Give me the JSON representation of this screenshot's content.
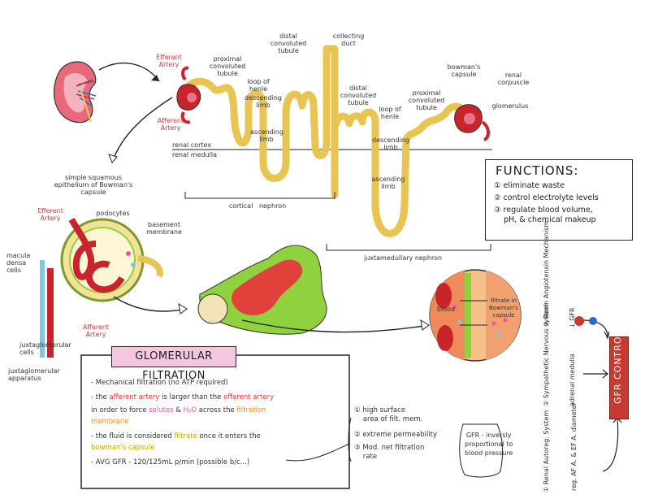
{
  "nephron": {
    "efferent_artery_top": "Efferent\nArtery",
    "afferent_artery_top": "Afferent\nArtery",
    "proximal_convoluted_tubule": "proximal\nconvoluted\ntubule",
    "loop_of_henle": "loop of\nhenle",
    "descending_limb": "descending\nlimb",
    "ascending_limb": "ascending\nlimb",
    "distal_convoluted_tubule": "distal\nconvoluted\ntubule",
    "collecting_duct": "collecting\nduct",
    "renal_cortex": "renal cortex",
    "renal_medulla": "renal medulla",
    "cortical_nephron": "cortical   nephron",
    "distal_convoluted_tubule_2": "distal\nconvoluted\ntubule",
    "proximal_convoluted_tubule_2": "proximal\nconvoluted\ntubule",
    "loop_of_henle_2": "loop of\nhenle",
    "descending_limb_2": "descending\nlimb",
    "ascending_limb_2": "ascending\nlimb",
    "bowmans_capsule": "bowman's\ncapsule",
    "renal_corpuscle": "renal\ncorpuscle",
    "glomerulus": "glomerulus",
    "juxtamedullary_nephron": "juxtamedullary nephron"
  },
  "functions": {
    "title": "FUNCTIONS:",
    "items": [
      "① eliminate waste",
      "② control electrolyte levels",
      "③ regulate blood volume,\n    pH, & chemical makeup"
    ]
  },
  "corpuscle": {
    "simple_squamous": "simple squamous\nepithelium of Bowman's\ncapsule",
    "efferent_artery": "Efferent\nArtery",
    "podocytes": "podocytes",
    "basement_membrane": "basement\nmembrane",
    "macula_densa": "macula\ndensa\ncells",
    "afferent_artery": "Afferent\nArtery",
    "juxtaglomerular_cells": "juxtaglomerular\ncells",
    "juxtaglomerular_apparatus": "juxtaglomerular\napparatus"
  },
  "zoom": {
    "blood": "blood",
    "filtrate": "filtrate in\nBowman's\ncapsule"
  },
  "glomerular_filtration": {
    "title": "GLOMERULAR FILTRATION",
    "line1": "- Mechanical filtration (no ATP required)",
    "line2a": "- the ",
    "line2b": "afferent artery",
    "line2c": " is larger than the ",
    "line2d": "efferent artery",
    "line3a": "  in order to force ",
    "line3b": "solutes",
    "line3c": " & ",
    "line3d": "H₂O",
    "line3e": " across the ",
    "line3f": "filtration",
    "line4": "  membrane",
    "line5a": "- the fluid is considered ",
    "line5b": "filtrate",
    "line5c": " once it enters the",
    "line6": "  bowman's capsule",
    "line7": "- AVG GFR - 120/125mL p/min (possible b/c...)",
    "reason1": "① high surface\n    area of filt. mem.",
    "reason2": "② extreme permeability",
    "reason3": "③ Mod. net filtration\n    rate",
    "gfr_note": "GFR - inversly\nproportional to\nblood pressure"
  },
  "gfr_control": {
    "title": "GFR CONTROL",
    "renin": "③ Renin Angiotensin\n    Mechanism",
    "renin_detail": "↓ GFR",
    "sympathetic": "② Sympathetic\n    Nervous system",
    "sympathetic_detail": "adrenal medulla",
    "renal": "① Renal Autoreg.\n    System",
    "renal_detail": "reg. AF A. & EF A.\ndiameter"
  },
  "colors": {
    "tubule": "#e8c552",
    "artery_red": "#c9242c",
    "glomerulus_pink": "#e8738f",
    "tissue_green": "#8fd13f",
    "highlight_pink": "#f5c6dd",
    "gfr_red": "#c63a32"
  }
}
